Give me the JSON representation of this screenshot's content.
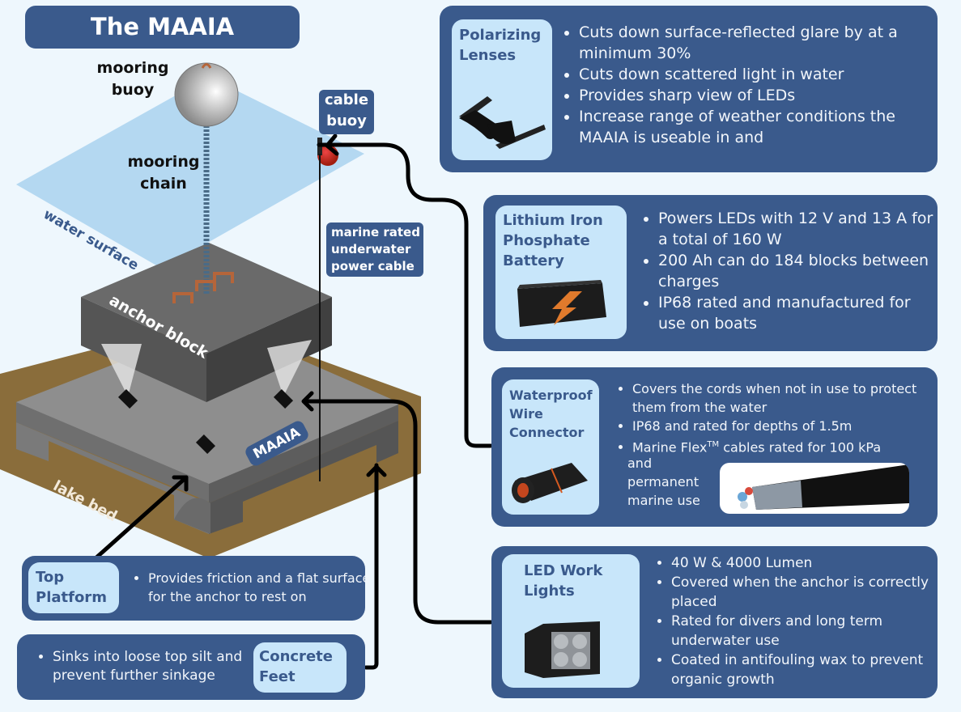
{
  "title": "The MAAIA",
  "diagram_labels": {
    "mooring_buoy": [
      "mooring",
      "buoy"
    ],
    "mooring_chain": [
      "mooring",
      "chain"
    ],
    "water_surface": "water surface",
    "cable_buoy": [
      "cable",
      "buoy"
    ],
    "power_cable": [
      "marine rated",
      "underwater",
      "power cable"
    ],
    "anchor_block": "anchor block",
    "maaia": "MAAIA",
    "lake_bed": "lake bed"
  },
  "panels": {
    "polarizing": {
      "title": [
        "Polarizing",
        "Lenses"
      ],
      "image": "sunglasses-image",
      "bullets": [
        "Cuts down surface-reflected glare by at a minimum 30%",
        "Cuts down scattered light in water",
        "Provides sharp view of LEDs",
        "Increase range of weather conditions the MAAIA is useable in and"
      ]
    },
    "battery": {
      "title": [
        "Lithium Iron",
        "Phosphate",
        "Battery"
      ],
      "image": "battery-image",
      "bullets": [
        "Powers LEDs with 12 V and 13 A for a total of  160 W",
        "200 Ah can do 184 blocks between charges",
        "IP68 rated and manufactured for use on boats"
      ]
    },
    "connector": {
      "title": [
        "Waterproof",
        "Wire",
        "Connector"
      ],
      "image": "wire-connector-image",
      "bullets": [
        "Covers the cords when not in use to protect them from the water",
        "IP68 and rated for depths of 1.5m",
        "Marine Flex",
        "cables rated for 100 kPa"
      ],
      "trademark": "TM",
      "continuation": [
        "and",
        "permanent",
        "marine use"
      ],
      "cable_image": "marine-cable-image"
    },
    "led": {
      "title": [
        "LED Work",
        "Lights"
      ],
      "image": "led-light-image",
      "bullets": [
        "40 W & 4000 Lumen",
        "Covered when the anchor is correctly placed",
        "Rated for divers and long term underwater use",
        "Coated in antifouling wax to prevent organic growth"
      ]
    },
    "platform": {
      "title": [
        "Top",
        "Platform"
      ],
      "bullets": [
        "Provides friction and a flat surface for the anchor to rest on"
      ]
    },
    "feet": {
      "title": [
        "Concrete",
        "Feet"
      ],
      "bullets": [
        "Sinks into loose top silt and prevent further sinkage"
      ]
    }
  },
  "colors": {
    "panel": "#3a5a8c",
    "card": "#c8e6fa",
    "background": "#eef7fd",
    "lake_bed": "#8a6d3b",
    "water": "#a9d2ef"
  }
}
